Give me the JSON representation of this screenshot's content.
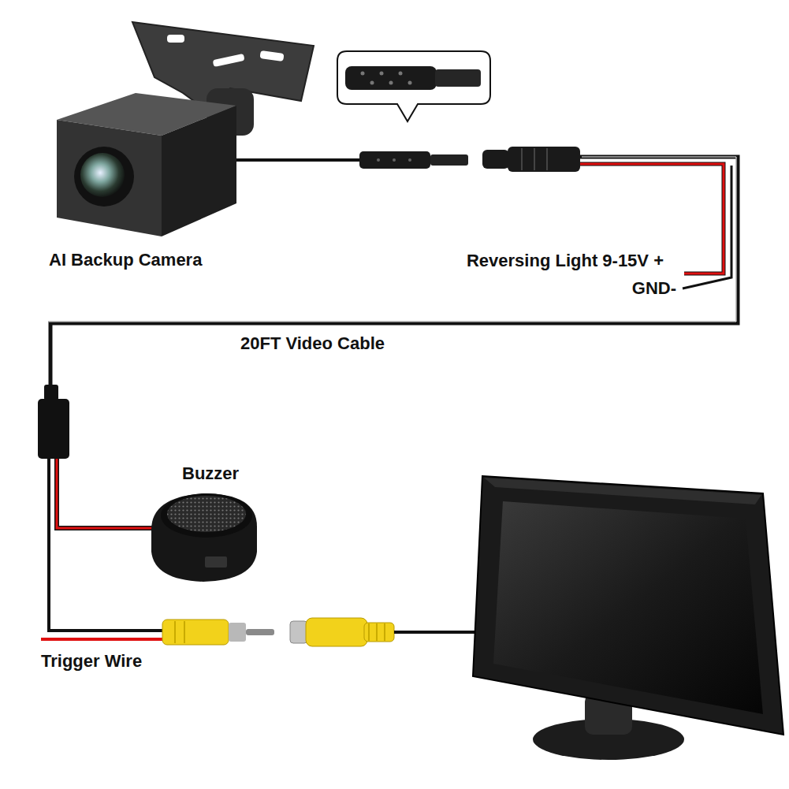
{
  "diagram": {
    "labels": [
      "AI Backup Camera",
      "Reversing Light 9-15V +",
      "GND-",
      "20FT Video Cable",
      "Buzzer",
      "Trigger Wire"
    ]
  }
}
